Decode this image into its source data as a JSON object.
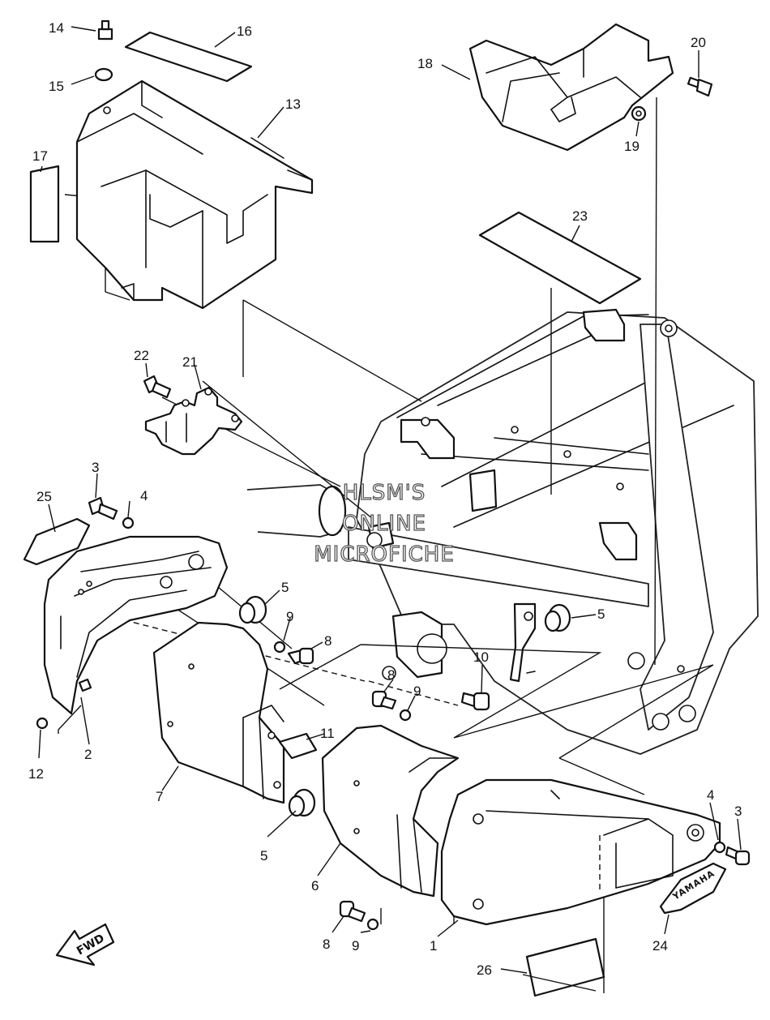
{
  "watermark": {
    "line1": "HLSM'S",
    "line2": "ONLINE",
    "line3": "MICROFICHE"
  },
  "direction_badge": {
    "text": "FWD"
  },
  "emblem": {
    "text": "YAMAHA"
  },
  "callouts": [
    {
      "id": "c14",
      "label": "14"
    },
    {
      "id": "c16",
      "label": "16"
    },
    {
      "id": "c15",
      "label": "15"
    },
    {
      "id": "c13",
      "label": "13"
    },
    {
      "id": "c17",
      "label": "17"
    },
    {
      "id": "c18",
      "label": "18"
    },
    {
      "id": "c20",
      "label": "20"
    },
    {
      "id": "c19",
      "label": "19"
    },
    {
      "id": "c23",
      "label": "23"
    },
    {
      "id": "c22",
      "label": "22"
    },
    {
      "id": "c21",
      "label": "21"
    },
    {
      "id": "c3a",
      "label": "3"
    },
    {
      "id": "c25",
      "label": "25"
    },
    {
      "id": "c4a",
      "label": "4"
    },
    {
      "id": "c5a",
      "label": "5"
    },
    {
      "id": "c9a",
      "label": "9"
    },
    {
      "id": "c8a",
      "label": "8"
    },
    {
      "id": "c5b",
      "label": "5"
    },
    {
      "id": "c10",
      "label": "10"
    },
    {
      "id": "c8b",
      "label": "8"
    },
    {
      "id": "c9b",
      "label": "9"
    },
    {
      "id": "c11",
      "label": "11"
    },
    {
      "id": "c12",
      "label": "12"
    },
    {
      "id": "c2",
      "label": "2"
    },
    {
      "id": "c7",
      "label": "7"
    },
    {
      "id": "c5c",
      "label": "5"
    },
    {
      "id": "c6",
      "label": "6"
    },
    {
      "id": "c4b",
      "label": "4"
    },
    {
      "id": "c3b",
      "label": "3"
    },
    {
      "id": "c8c",
      "label": "8"
    },
    {
      "id": "c9c",
      "label": "9"
    },
    {
      "id": "c1",
      "label": "1"
    },
    {
      "id": "c24",
      "label": "24"
    },
    {
      "id": "c26",
      "label": "26"
    }
  ]
}
